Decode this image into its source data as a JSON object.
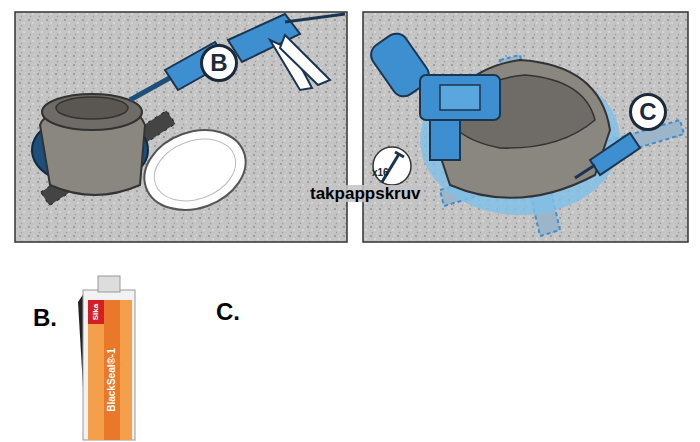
{
  "diagram": {
    "nodes": [
      {
        "text": [
          "B"
        ]
      },
      {
        "text": [
          "C"
        ]
      }
    ],
    "labels": [
      "x16",
      "takpappskruv",
      "B.",
      "C.",
      "Sika",
      "BlackSeal®-1"
    ]
  }
}
